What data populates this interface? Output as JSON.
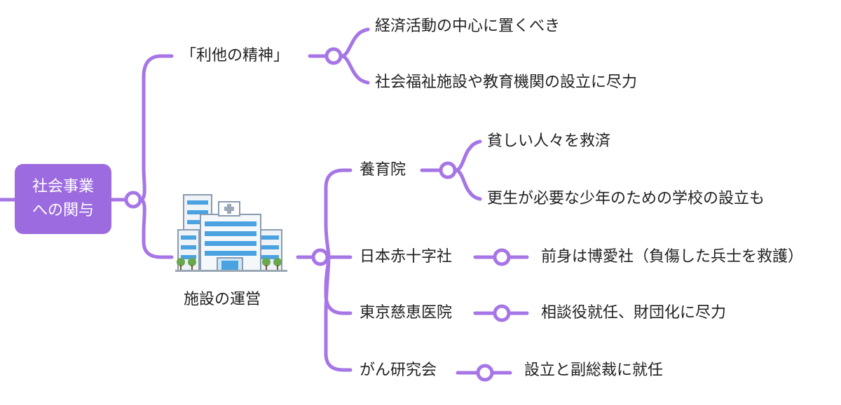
{
  "theme": {
    "accent": "#9c6be0",
    "line": "#a675e6",
    "text": "#222222"
  },
  "root": {
    "label": "社会事業\nへの関与"
  },
  "branches": {
    "rita": {
      "label": "「利他の精神」",
      "children": [
        "経済活動の中心に置くべき",
        "社会福祉施設や教育機関の設立に尽力"
      ]
    },
    "facilities": {
      "label": "施設の運営",
      "icon": "hospital-building-icon",
      "children": [
        {
          "label": "養育院",
          "children": [
            "貧しい人々を救済",
            "更生が必要な少年のための学校の設立も"
          ]
        },
        {
          "label": "日本赤十字社",
          "children": [
            "前身は博愛社（負傷した兵士を救護）"
          ]
        },
        {
          "label": "東京慈恵医院",
          "children": [
            "相談役就任、財団化に尽力"
          ]
        },
        {
          "label": "がん研究会",
          "children": [
            "設立と副総裁に就任"
          ]
        }
      ]
    }
  }
}
